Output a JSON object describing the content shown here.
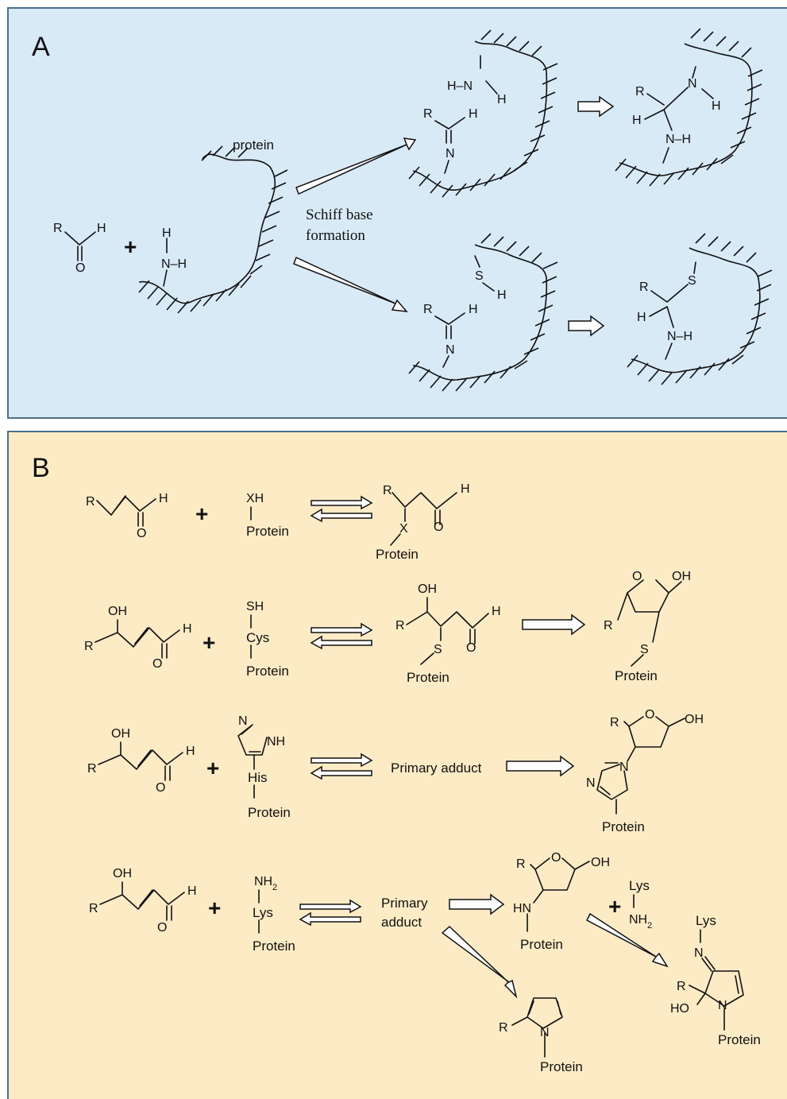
{
  "panels": {
    "a": {
      "label": "A"
    },
    "b": {
      "label": "B"
    }
  },
  "atoms": {
    "R": "R",
    "H": "H",
    "O": "O",
    "N": "N",
    "S": "S",
    "X": "X",
    "OH": "OH",
    "HO": "HO",
    "NH": "NH",
    "HN": "HN",
    "SH": "SH",
    "XH": "XH",
    "NH2": "NH",
    "sub2": "2",
    "N_H": "N–H",
    "H_N": "H–N",
    "plus": "+"
  },
  "labels": {
    "protein_lower": "protein",
    "protein": "Protein",
    "schiff_line1": "Schiff base",
    "schiff_line2": "formation",
    "cys": "Cys",
    "his": "His",
    "lys": "Lys",
    "primary_adduct": "Primary adduct",
    "primary": "Primary",
    "adduct": "adduct"
  }
}
